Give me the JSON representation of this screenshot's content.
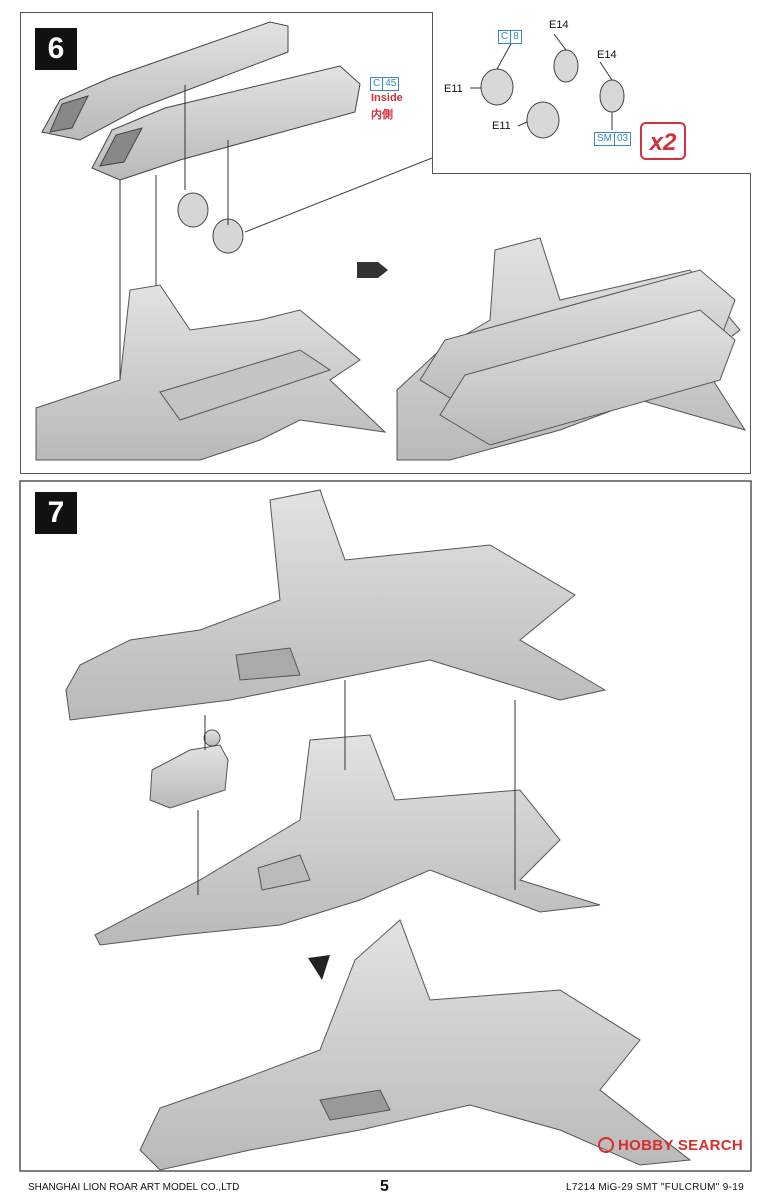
{
  "steps": [
    {
      "number": "6"
    },
    {
      "number": "7"
    }
  ],
  "detail": {
    "parts": {
      "e14_top": "E14",
      "e14_right": "E14",
      "e11_left": "E11",
      "e11_bottom": "E11"
    },
    "color_refs": {
      "c8": {
        "code": "C",
        "num": "8"
      },
      "sm03": {
        "code": "SM",
        "num": "03"
      }
    },
    "multiplier": "x2"
  },
  "intake_ref": {
    "code": "C",
    "num": "45"
  },
  "inside_en": "Inside",
  "inside_zh": "内側",
  "footer": {
    "company": "SHANGHAI LION ROAR ART MODEL CO.,LTD",
    "page": "5",
    "product": "L7214  MiG-29  SMT  \"FULCRUM\"  9-19"
  },
  "watermark": "HOBBY SEARCH",
  "colors": {
    "accent_blue": "#3b86c8",
    "accent_red": "#d0323c",
    "model_grey": "#cfcfcf"
  }
}
